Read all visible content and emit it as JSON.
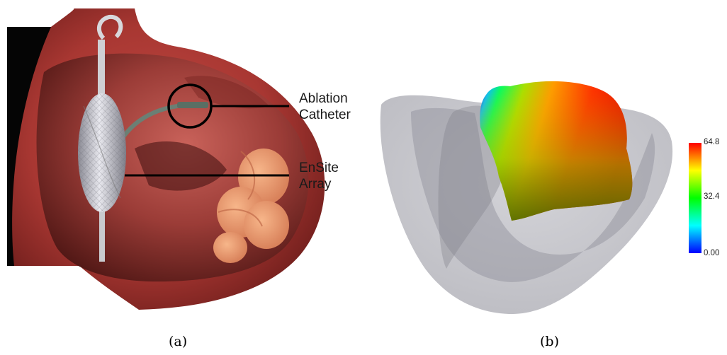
{
  "panel_a": {
    "caption": "(a)",
    "callouts": [
      {
        "line1": "Ablation",
        "line2": "Catheter"
      },
      {
        "line1": "EnSite",
        "line2": "Array"
      }
    ]
  },
  "panel_b": {
    "caption": "(b)",
    "colorbar": {
      "max_label": "64.8",
      "mid_label": "32.4",
      "min_label": "0.00",
      "colors": [
        "#ff0000",
        "#ffff00",
        "#00ff00",
        "#00ffff",
        "#0000ff"
      ]
    }
  }
}
